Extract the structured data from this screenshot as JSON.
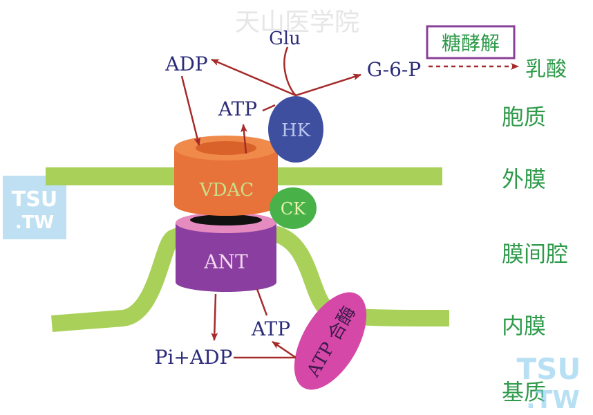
{
  "watermark": "天山医学院",
  "logo_left": "TSU .TW",
  "logo_right": "TSU .TW",
  "labels": {
    "glu": "Glu",
    "adp_top": "ADP",
    "atp_top": "ATP",
    "g6p": "G-6-P",
    "glycolysis": "糖酵解",
    "lactate": "乳酸",
    "hk": "HK",
    "vdac": "VDAC",
    "ck": "CK",
    "ant": "ANT",
    "atp_bottom": "ATP",
    "pi_adp": "Pi+ADP",
    "atp_synthase": "ATP 合酶"
  },
  "regions": [
    "胞质",
    "外膜",
    "膜间腔",
    "内膜",
    "基质"
  ],
  "colors": {
    "arrow": "#a52a2a",
    "membrane": "#a9d15a",
    "vdac": "#e8733a",
    "vdac_top": "#f08a4b",
    "hk": "#3f4fa0",
    "ck": "#48b248",
    "ant": "#8a3fa0",
    "ant_top": "#e58bbf",
    "synthase": "#d548a8",
    "label_dark": "#2b2b7a",
    "label_green": "#2e9a4a",
    "glycolysis_box": "#8a3f9a"
  }
}
